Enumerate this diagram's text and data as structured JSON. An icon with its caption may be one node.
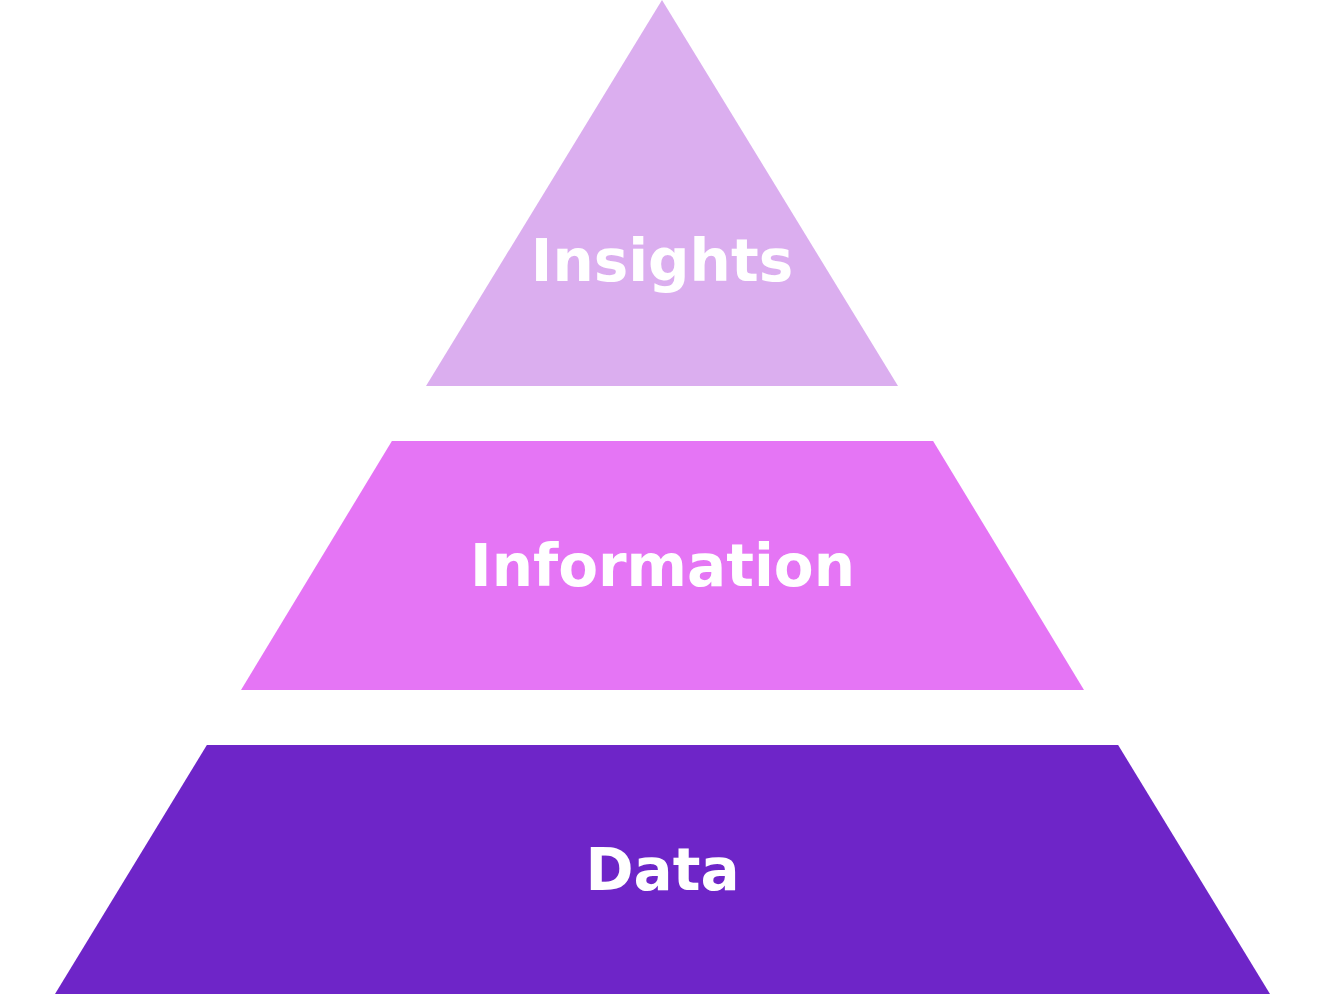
{
  "diagram": {
    "nodes": [
      {
        "text": [
          "Insights"
        ]
      },
      {
        "text": [
          "Information"
        ]
      },
      {
        "text": [
          "Data"
        ]
      }
    ]
  }
}
